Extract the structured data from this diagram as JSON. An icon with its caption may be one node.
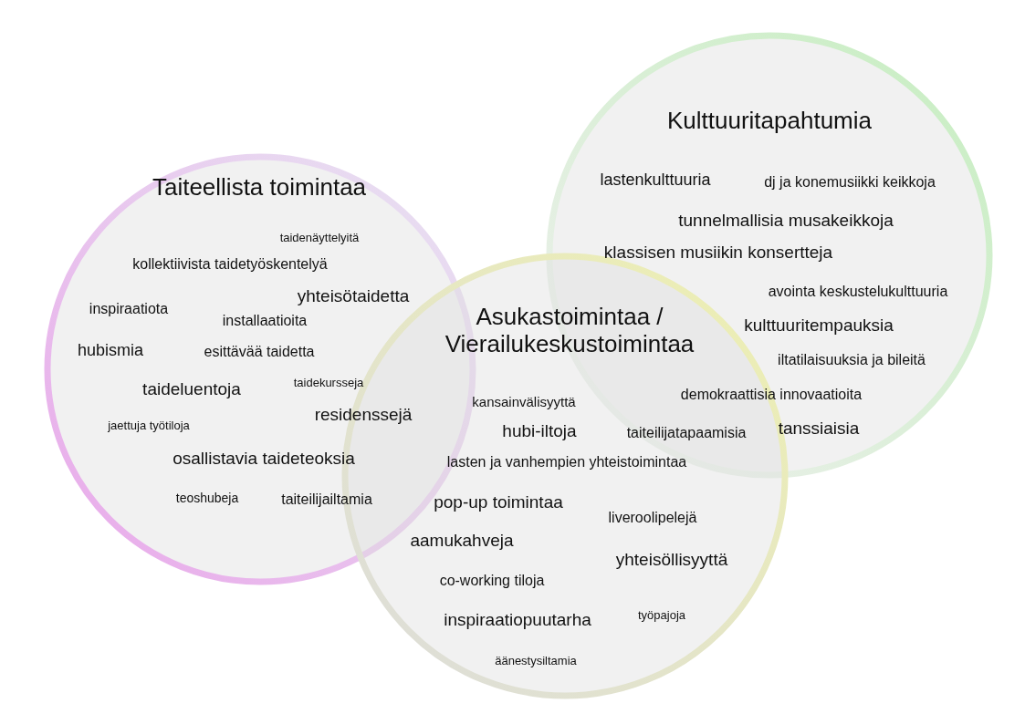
{
  "diagram": {
    "nodes": [
      {
        "text": [
          "Taiteellista toimintaa"
        ]
      },
      {
        "text": [
          "Kulttuuritapahtumia"
        ]
      },
      {
        "text": [
          "Asukastoimintaa / Vierailukeskustoimintaa"
        ]
      }
    ],
    "labels": [
      "taidenäyttelyitä",
      "kollektiivista taidetyöskentelyä",
      "inspiraatiota",
      "yhteisötaidetta",
      "installaatioita",
      "hubismia",
      "esittävää taidetta",
      "taideluentoja",
      "taidekursseja",
      "residenssejä",
      "jaettuja työtiloja",
      "osallistavia taideteoksia",
      "teoshubeja",
      "taiteilijailtamia",
      "lastenkulttuuria",
      "dj ja konemusiikki keikkoja",
      "tunnelmallisia musakeikkoja",
      "klassisen musiikin konsertteja",
      "avointa keskustelukulttuuria",
      "kulttuuritempauksia",
      "iltatilaisuuksia ja bileitä",
      "demokraattisia innovaatioita",
      "tanssiaisia",
      "kansainvälisyyttä",
      "hubi-iltoja",
      "taiteilijatapaamisia",
      "lasten ja vanhempien yhteistoimintaa",
      "pop-up toimintaa",
      "liveroolipelejä",
      "aamukahveja",
      "yhteisöllisyyttä",
      "co-working tiloja",
      "inspiraatiopuutarha",
      "työpajoja",
      "äänestysiltamia"
    ]
  }
}
